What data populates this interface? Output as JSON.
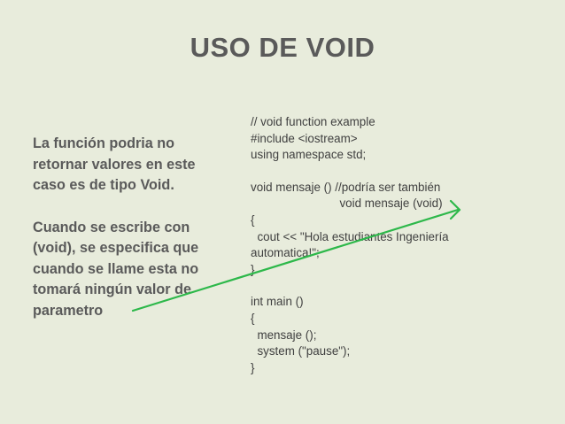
{
  "title": "USO DE VOID",
  "left": {
    "para1": [
      "La función podria no",
      "retornar valores en este",
      "caso es de tipo Void."
    ],
    "para2": [
      "Cuando se escribe con",
      "(void), se especifica que",
      "cuando se llame esta no",
      "tomará ningún valor de",
      "parametro"
    ]
  },
  "code": {
    "block1": [
      "// void function example",
      "#include <iostream>",
      "using namespace std;"
    ],
    "block2": [
      "void mensaje () //podría ser también",
      "                           void mensaje (void)",
      "{",
      "  cout << \"Hola estudiantes Ingeniería",
      "automatica!\";",
      "}"
    ],
    "block3": [
      "int main ()",
      "{",
      "  mensaje ();",
      "  system (\"pause\");",
      "}"
    ]
  },
  "colors": {
    "background": "#e8ecdc",
    "text": "#5a5a5a",
    "code_text": "#404040",
    "arrow": "#2db84a"
  },
  "icons": {
    "arrow": "green-arrow"
  }
}
